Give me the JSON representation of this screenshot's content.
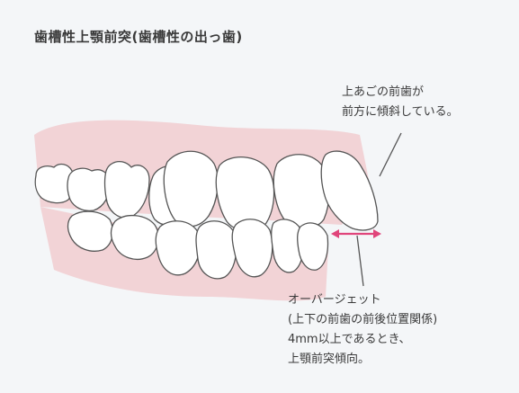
{
  "title": "歯槽性上顎前突(歯槽性の出っ歯)",
  "upper_note": {
    "lines": [
      "上あごの前歯が",
      "前方に傾斜している。"
    ]
  },
  "overjet_note": {
    "lines": [
      "オーバージェット",
      "(上下の前歯の前後位置関係)",
      "4mm以上であるとき、",
      "上顎前突傾向。"
    ]
  },
  "colors": {
    "background": "#f4f6f8",
    "gum": "#f1cdd0",
    "tooth_fill": "#ffffff",
    "outline": "#555555",
    "overjet_arrow": "#e0457b"
  }
}
